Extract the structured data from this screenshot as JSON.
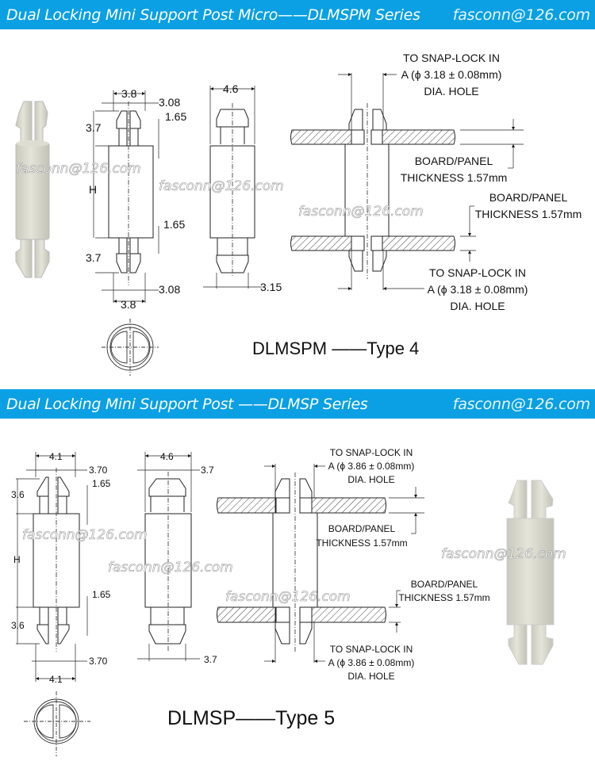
{
  "sections": [
    {
      "banner_title": "Dual Locking Mini Support Post Micro——DLMSPM  Series",
      "banner_email": "fasconn@126.com",
      "type_label": "DLMSPM  ——Type 4",
      "front_view": {
        "top_width": "3.8",
        "top_barb": "3.08",
        "top_step": "1.65",
        "top_len": "3.7",
        "height": "H",
        "bottom_step": "1.65",
        "bottom_len": "3.7",
        "bottom_barb": "3.08",
        "bottom_width": "3.8"
      },
      "side_view": {
        "body_width": "4.6",
        "tip_width": "3.15"
      },
      "mount_view": {
        "top_note": [
          "TO SNAP-LOCK IN",
          "A (ϕ 3.18 ± 0.08mm)",
          "DIA. HOLE"
        ],
        "board_top": [
          "BOARD/PANEL",
          "THICKNESS  1.57mm"
        ],
        "board_bottom": [
          "BOARD/PANEL",
          "THICKNESS  1.57mm"
        ],
        "bottom_note": [
          "TO SNAP-LOCK IN",
          "A (ϕ 3.18 ± 0.08mm)",
          "DIA. HOLE"
        ]
      }
    },
    {
      "banner_title": "Dual Locking Mini Support Post ——DLMSP  Series",
      "banner_email": "fasconn@126.com",
      "type_label": "DLMSP——Type 5",
      "front_view": {
        "top_width": "4.1",
        "top_barb": "3.70",
        "top_step": "1.65",
        "top_len": "3.6",
        "height": "H",
        "bottom_step": "1.65",
        "bottom_len": "3.6",
        "bottom_barb": "3.70",
        "bottom_width": "4.1"
      },
      "side_view": {
        "top_tip": "3.7",
        "body_width": "4.6",
        "bottom_tip": "3.7"
      },
      "mount_view": {
        "top_note": [
          "TO SNAP-LOCK IN",
          "A (ϕ 3.86 ± 0.08mm)",
          "DIA. HOLE"
        ],
        "board_top": [
          "BOARD/PANEL",
          "THICKNESS  1.57mm"
        ],
        "board_bottom": [
          "BOARD/PANEL",
          "THICKNESS  1.57mm"
        ],
        "bottom_note": [
          "TO SNAP-LOCK IN",
          "A (ϕ 3.86 ± 0.08mm)",
          "DIA. HOLE"
        ]
      }
    }
  ],
  "watermark": "fasconn@126.com"
}
